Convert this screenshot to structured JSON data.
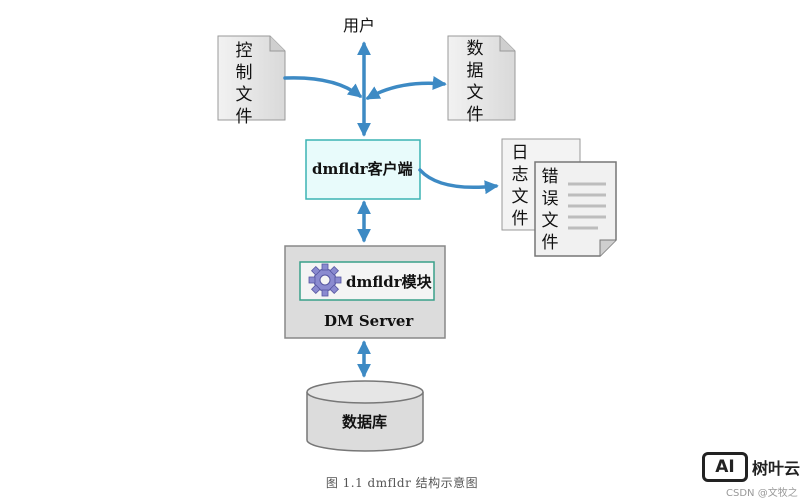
{
  "nodes": {
    "user": "用户",
    "control_file": [
      "控",
      "制",
      "文",
      "件"
    ],
    "data_file": [
      "数",
      "据",
      "文",
      "件"
    ],
    "log_file": [
      "日",
      "志",
      "文",
      "件"
    ],
    "error_file": [
      "错",
      "误",
      "文",
      "件"
    ],
    "client": "dmfldr客户端",
    "module": "dmfldr模块",
    "server": "DM Server",
    "database": "数据库"
  },
  "caption": "图 1.1  dmfldr 结构示意图",
  "watermark": {
    "logo": "AI",
    "name": "树叶云",
    "sub": "CSDN @文牧之"
  },
  "colors": {
    "arrow": "#3d8ac4",
    "client_fill": "#e8fbfb",
    "client_border": "#3bb3b3",
    "server_fill": "#dcdcdc",
    "module_border": "#3aa08a",
    "document_fill": "#e8e8e8"
  }
}
